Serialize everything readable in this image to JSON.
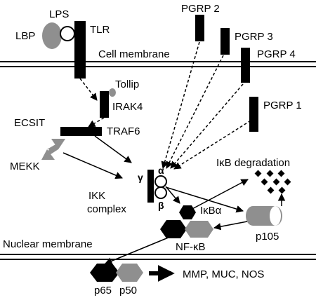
{
  "diagram": {
    "labels": {
      "lps": "LPS",
      "lbp": "LBP",
      "tlr": "TLR",
      "cell_membrane": "Cell membrane",
      "pgrp2": "PGRP 2",
      "pgrp3": "PGRP 3",
      "pgrp4": "PGRP 4",
      "pgrp1": "PGRP 1",
      "tollip": "Tollip",
      "irak4": "IRAK4",
      "ecsit": "ECSIT",
      "traf6": "TRAF6",
      "mekk": "MEKK",
      "ikk_line1": "IKK",
      "ikk_line2": "complex",
      "gamma": "γ",
      "alpha": "α",
      "beta": "β",
      "ikb_degradation": "IκB degradation",
      "ikba": "IκBα",
      "nfkb": "NF-κB",
      "p105": "p105",
      "nuclear_membrane": "Nuclear membrane",
      "p65": "p65",
      "p50": "p50",
      "targets": "MMP, MUC, NOS"
    },
    "colors": {
      "black": "#000000",
      "gray": "#8f8f8f",
      "line": "#000000"
    }
  }
}
